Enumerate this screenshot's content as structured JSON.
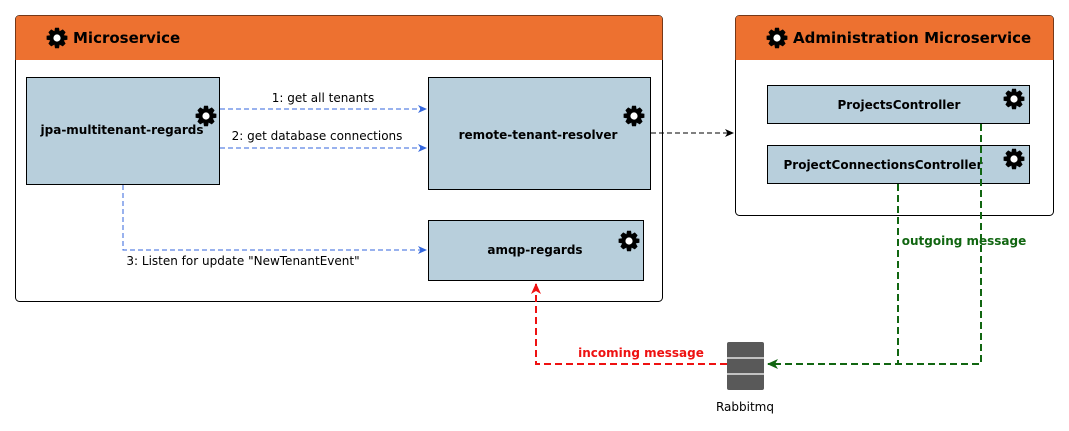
{
  "panels": {
    "microservice": {
      "title": "Microservice",
      "icon": "gear-icon"
    },
    "administration": {
      "title": "Administration Microservice",
      "icon": "gear-icon"
    }
  },
  "components": {
    "jpa": {
      "label": "jpa-multitenant-regards",
      "icon": "gear-icon"
    },
    "resolver": {
      "label": "remote-tenant-resolver",
      "icon": "gear-icon"
    },
    "amqp": {
      "label": "amqp-regards",
      "icon": "gear-icon"
    },
    "projects": {
      "label": "ProjectsController",
      "icon": "gear-icon"
    },
    "connections": {
      "label": "ProjectConnectionsController",
      "icon": "gear-icon"
    }
  },
  "edges": {
    "get_tenants": "1: get all tenants",
    "get_connections": "2: get database connections",
    "listen": "3: Listen for update \"NewTenantEvent\"",
    "incoming": "incoming message",
    "outgoing": "outgoing message"
  },
  "nodes": {
    "rabbitmq": {
      "label": "Rabbitmq",
      "icon": "server-icon"
    }
  },
  "colors": {
    "header": "#ED7130",
    "component": "#B8CFDC",
    "blue_edge": "#3366DD",
    "incoming": "#EE1111",
    "outgoing": "#116611",
    "server": "#595959"
  }
}
